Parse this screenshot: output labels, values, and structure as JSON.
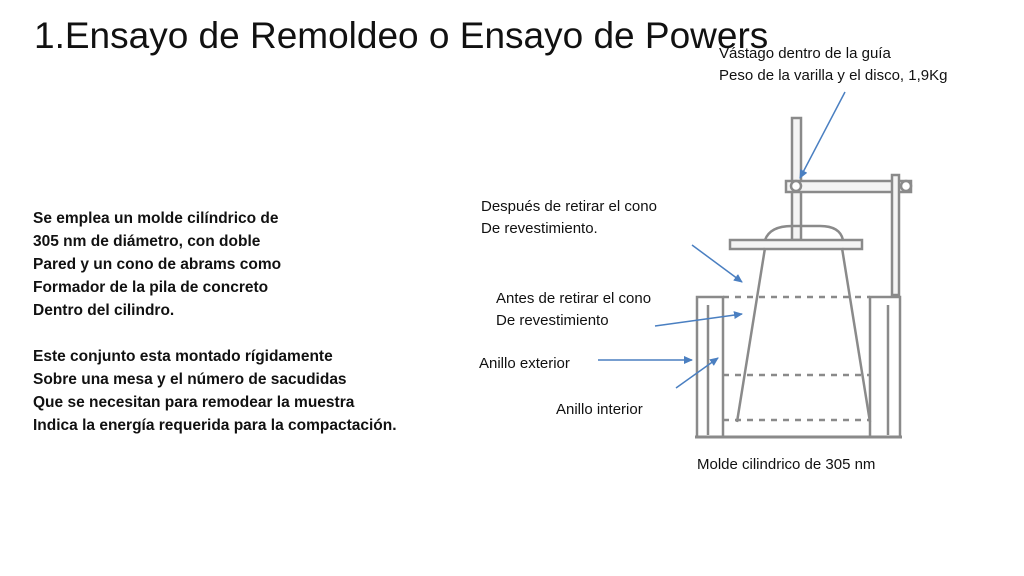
{
  "title": "1.Ensayo de Remoldeo o Ensayo de Powers",
  "description": {
    "paragraph1": [
      "Se emplea un molde cilíndrico de",
      "305 nm de diámetro, con doble",
      "Pared y un cono de abrams como",
      "Formador de la pila de concreto",
      "Dentro del cilindro."
    ],
    "paragraph2": [
      "Este conjunto esta montado rígidamente",
      "Sobre una mesa y el número de sacudidas",
      "Que se necesitan para remodear la muestra",
      "Indica la energía requerida para la compactación."
    ]
  },
  "labels": {
    "stem": [
      "Vástago dentro de la guía",
      "Peso de la varilla y el disco, 1,9Kg"
    ],
    "after_cone": [
      "Después de retirar el cono",
      "De revestimiento."
    ],
    "before_cone": [
      "Antes de retirar el cono",
      "De revestimiento"
    ],
    "outer_ring": "Anillo exterior",
    "inner_ring": "Anillo interior",
    "mold": "Molde cilindrico de 305 nm"
  },
  "colors": {
    "arrow": "#4a7fc1",
    "drawing": "#8a8a8a"
  }
}
